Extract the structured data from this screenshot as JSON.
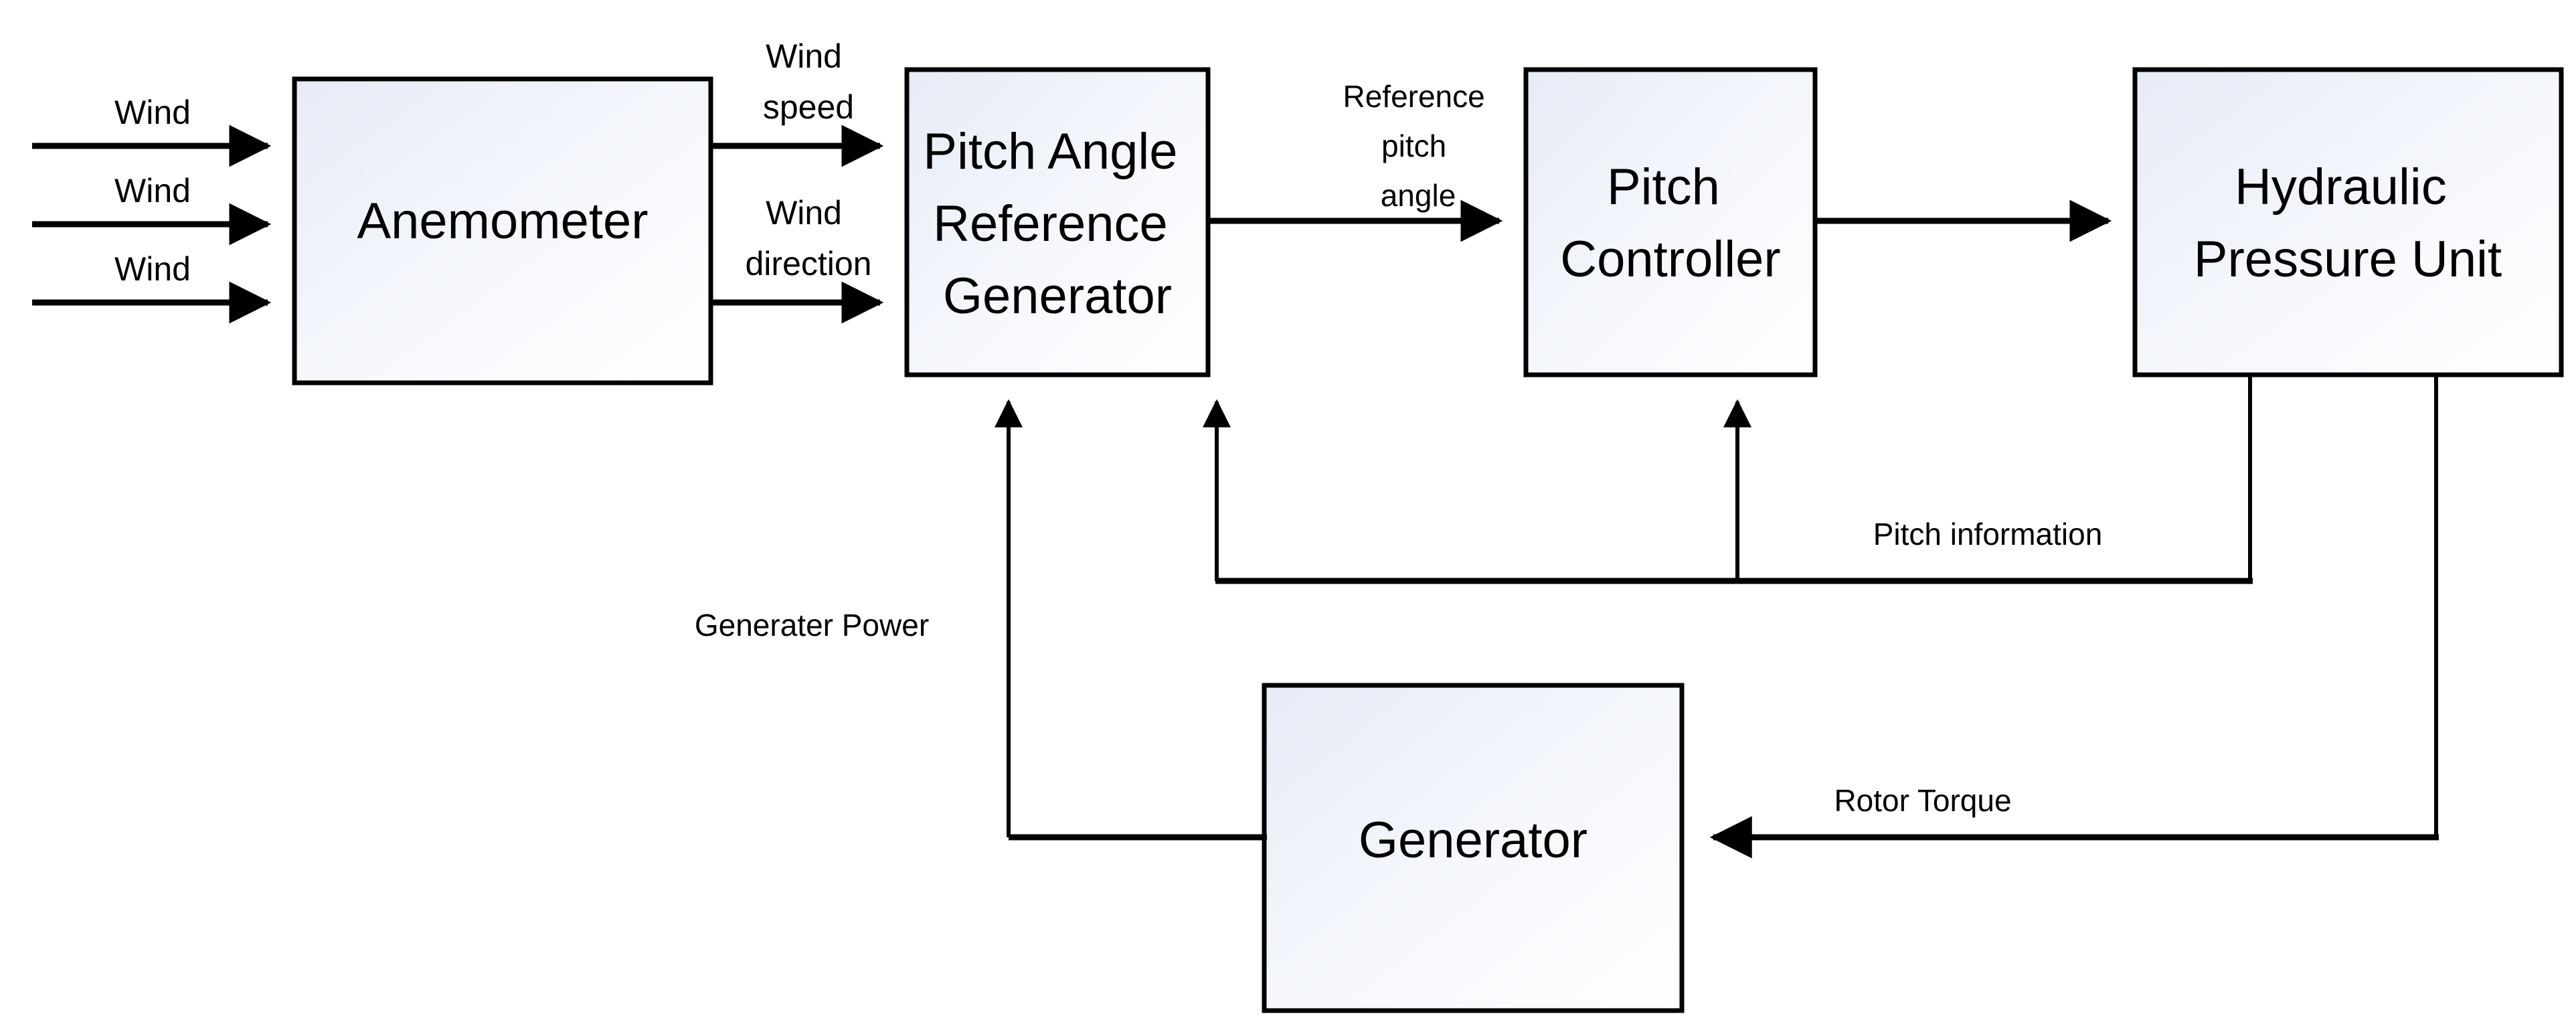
{
  "diagram": {
    "title": "Wind turbine pitch control block diagram",
    "colors": {
      "stroke": "#000000",
      "fill_start": "#e8edf7",
      "fill_end": "#ffffff",
      "background": "#ffffff"
    },
    "blocks": [
      {
        "id": "anemometer",
        "label": "Anemometer",
        "lines": [
          "Anemometer"
        ]
      },
      {
        "id": "parg",
        "label": "Pitch Angle Reference Generator",
        "lines": [
          "Pitch Angle",
          "Reference",
          "Generator"
        ]
      },
      {
        "id": "pitch-ctrl",
        "label": "Pitch Controller",
        "lines": [
          "Pitch",
          "Controller"
        ]
      },
      {
        "id": "hpu",
        "label": "Hydraulic Pressure Unit",
        "lines": [
          "Hydraulic",
          "Pressure Unit"
        ]
      },
      {
        "id": "generator",
        "label": "Generator",
        "lines": [
          "Generator"
        ]
      }
    ],
    "edge_labels": [
      {
        "id": "wind-1",
        "lines": [
          "Wind"
        ]
      },
      {
        "id": "wind-2",
        "lines": [
          "Wind"
        ]
      },
      {
        "id": "wind-3",
        "lines": [
          "Wind"
        ]
      },
      {
        "id": "wind-speed",
        "lines": [
          "Wind",
          "speed"
        ]
      },
      {
        "id": "wind-direction",
        "lines": [
          "Wind",
          "direction"
        ]
      },
      {
        "id": "reference-pitch-angle",
        "lines": [
          "Reference",
          "pitch",
          "angle"
        ]
      },
      {
        "id": "pitch-information",
        "lines": [
          "Pitch information"
        ]
      },
      {
        "id": "generater-power",
        "lines": [
          "Generater Power"
        ]
      },
      {
        "id": "rotor-torque",
        "lines": [
          "Rotor Torque"
        ]
      }
    ]
  }
}
